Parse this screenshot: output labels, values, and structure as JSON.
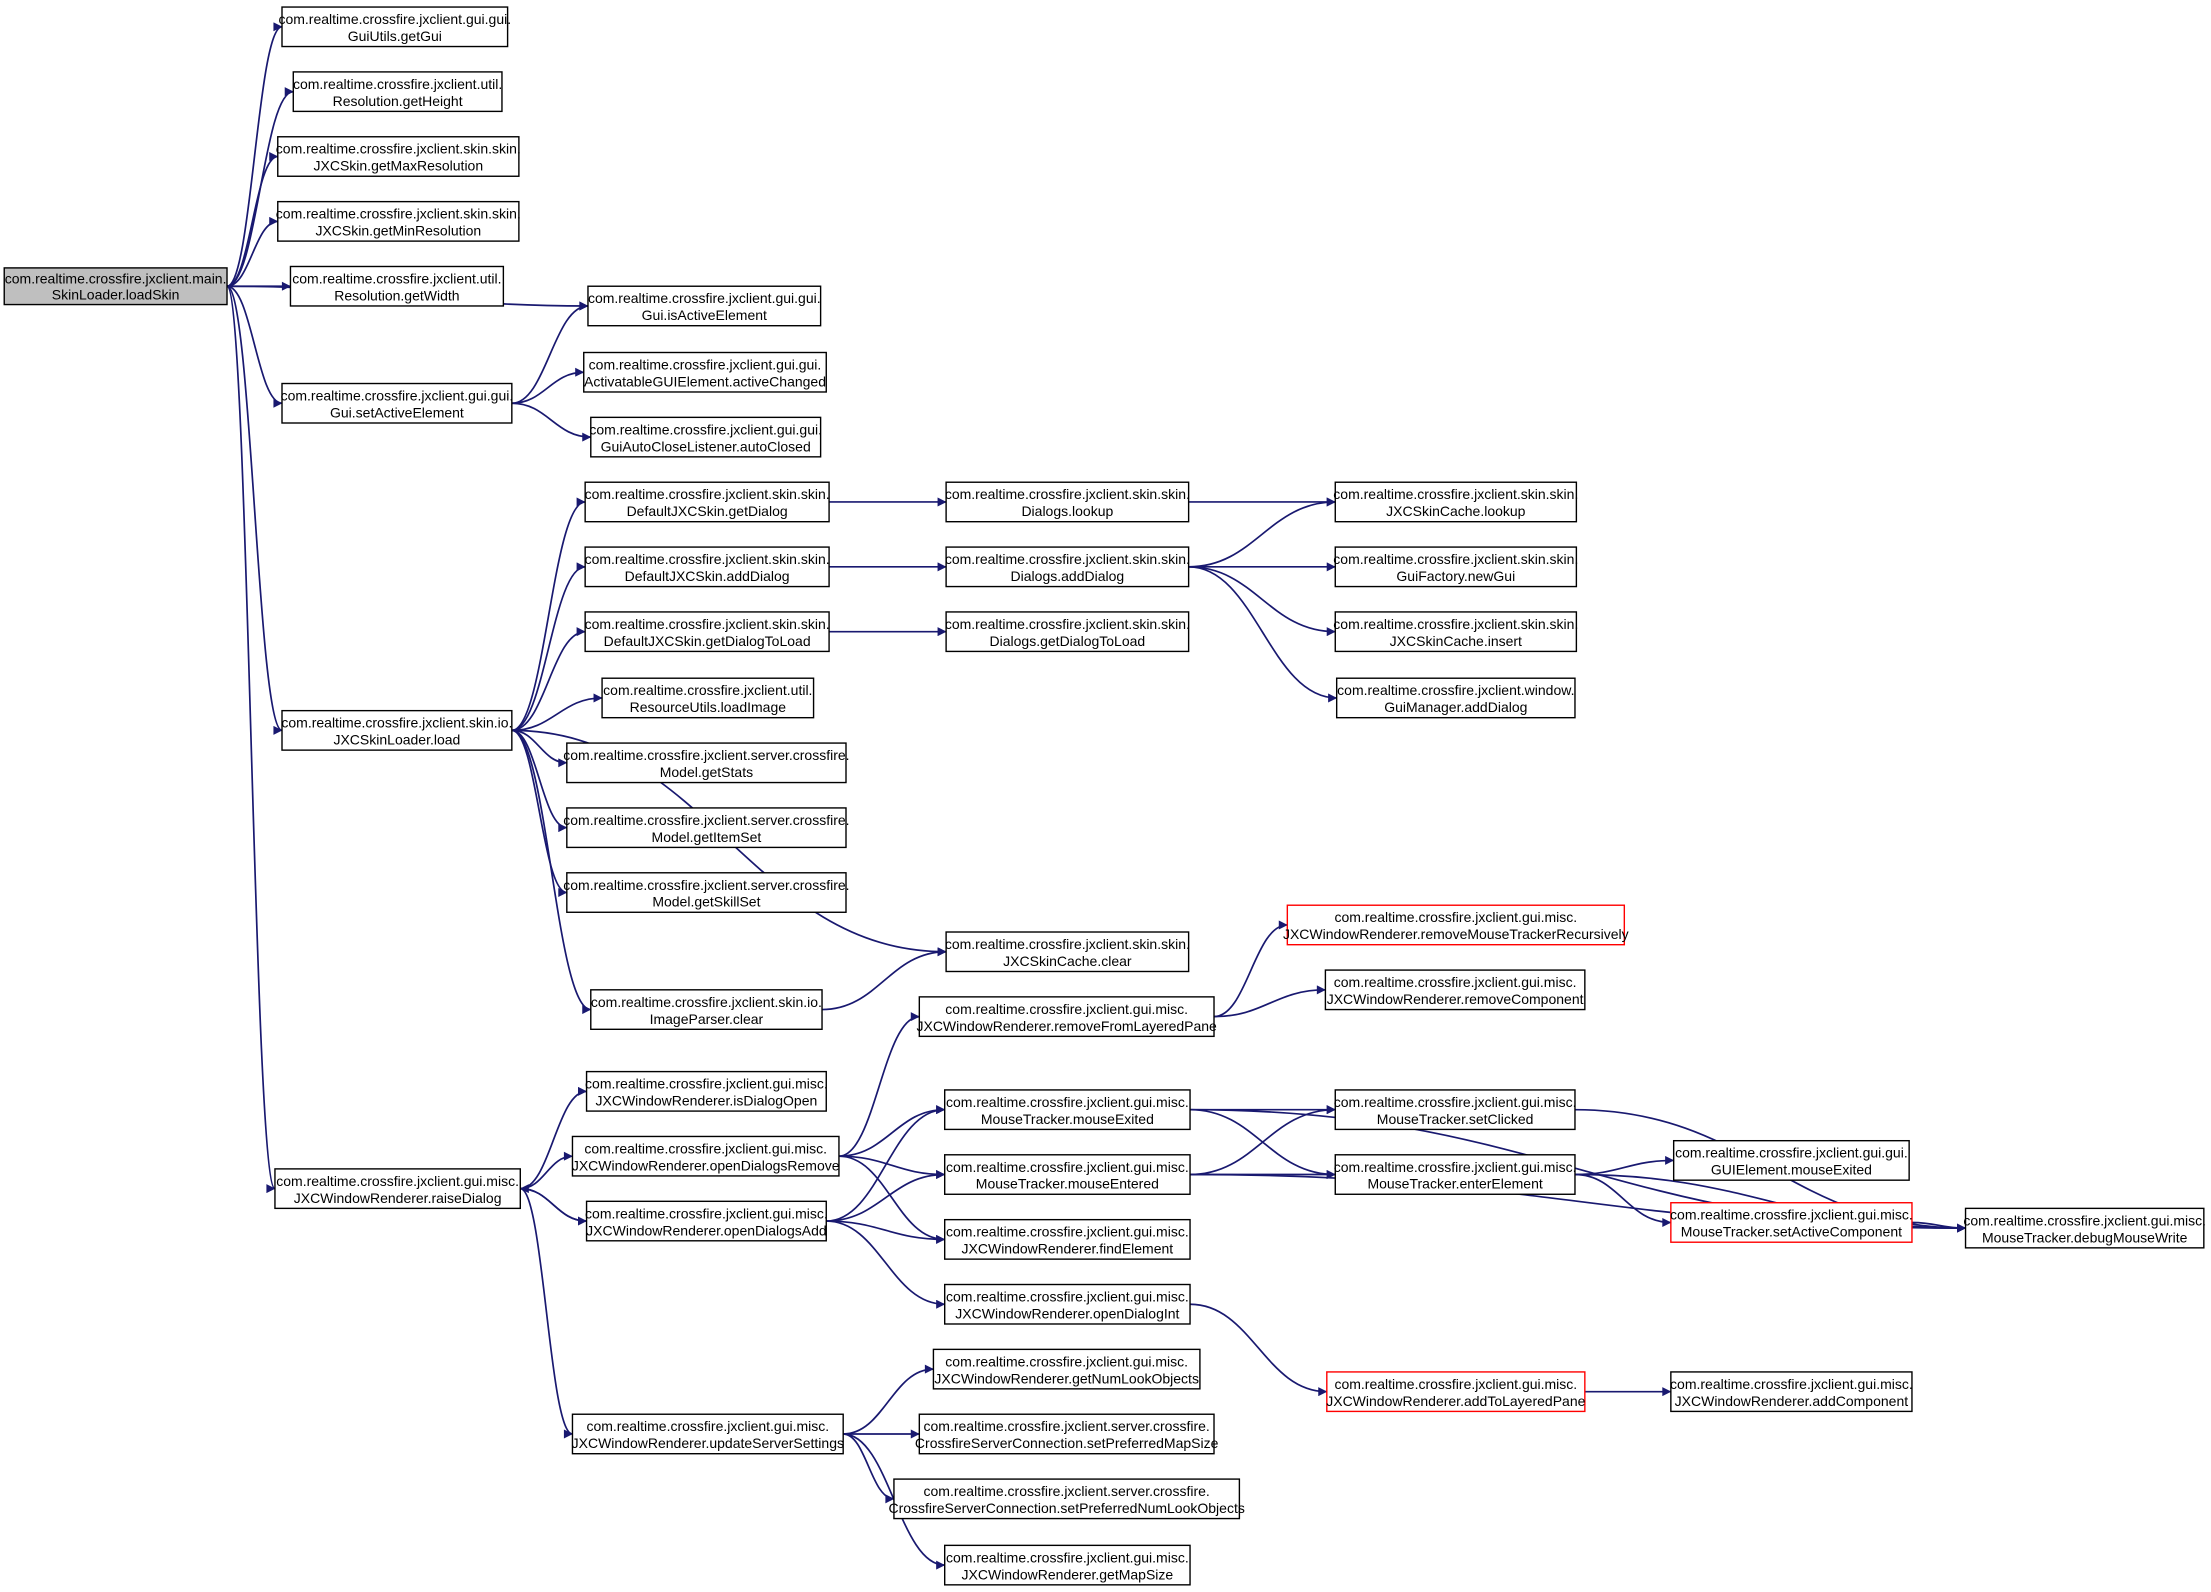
{
  "colors": {
    "edge": "#191970",
    "box_border": "#000000",
    "box_border_truncated": "#ff0000",
    "root_fill": "#bfbfbf",
    "box_fill": "#ffffff"
  },
  "nodes": [
    {
      "id": "root",
      "line1": "com.realtime.crossfire.jxclient.main.",
      "line2": "SkinLoader.loadSkin",
      "root": true
    },
    {
      "id": "n1",
      "line1": "com.realtime.crossfire.jxclient.gui.gui.",
      "line2": "GuiUtils.getGui"
    },
    {
      "id": "n2",
      "line1": "com.realtime.crossfire.jxclient.util.",
      "line2": "Resolution.getHeight"
    },
    {
      "id": "n3",
      "line1": "com.realtime.crossfire.jxclient.skin.skin.",
      "line2": "JXCSkin.getMaxResolution"
    },
    {
      "id": "n4",
      "line1": "com.realtime.crossfire.jxclient.skin.skin.",
      "line2": "JXCSkin.getMinResolution"
    },
    {
      "id": "n5",
      "line1": "com.realtime.crossfire.jxclient.util.",
      "line2": "Resolution.getWidth"
    },
    {
      "id": "n6",
      "line1": "com.realtime.crossfire.jxclient.gui.gui.",
      "line2": "Gui.isActiveElement"
    },
    {
      "id": "n7",
      "line1": "com.realtime.crossfire.jxclient.gui.gui.",
      "line2": "Gui.setActiveElement"
    },
    {
      "id": "n8",
      "line1": "com.realtime.crossfire.jxclient.gui.gui.",
      "line2": "ActivatableGUIElement.activeChanged"
    },
    {
      "id": "n9",
      "line1": "com.realtime.crossfire.jxclient.gui.gui.",
      "line2": "GuiAutoCloseListener.autoClosed"
    },
    {
      "id": "n10",
      "line1": "com.realtime.crossfire.jxclient.skin.skin.",
      "line2": "DefaultJXCSkin.getDialog"
    },
    {
      "id": "n11",
      "line1": "com.realtime.crossfire.jxclient.skin.skin.",
      "line2": "Dialogs.lookup"
    },
    {
      "id": "n12",
      "line1": "com.realtime.crossfire.jxclient.skin.skin.",
      "line2": "JXCSkinCache.lookup"
    },
    {
      "id": "n13",
      "line1": "com.realtime.crossfire.jxclient.skin.skin.",
      "line2": "DefaultJXCSkin.addDialog"
    },
    {
      "id": "n14",
      "line1": "com.realtime.crossfire.jxclient.skin.skin.",
      "line2": "Dialogs.addDialog"
    },
    {
      "id": "n15",
      "line1": "com.realtime.crossfire.jxclient.skin.skin.",
      "line2": "GuiFactory.newGui"
    },
    {
      "id": "n16",
      "line1": "com.realtime.crossfire.jxclient.skin.skin.",
      "line2": "DefaultJXCSkin.getDialogToLoad"
    },
    {
      "id": "n17",
      "line1": "com.realtime.crossfire.jxclient.skin.skin.",
      "line2": "Dialogs.getDialogToLoad"
    },
    {
      "id": "n18",
      "line1": "com.realtime.crossfire.jxclient.skin.skin.",
      "line2": "JXCSkinCache.insert"
    },
    {
      "id": "n19",
      "line1": "com.realtime.crossfire.jxclient.window.",
      "line2": "GuiManager.addDialog"
    },
    {
      "id": "n20",
      "line1": "com.realtime.crossfire.jxclient.util.",
      "line2": "ResourceUtils.loadImage"
    },
    {
      "id": "n21",
      "line1": "com.realtime.crossfire.jxclient.skin.io.",
      "line2": "JXCSkinLoader.load"
    },
    {
      "id": "n22",
      "line1": "com.realtime.crossfire.jxclient.server.crossfire.",
      "line2": "Model.getStats"
    },
    {
      "id": "n23",
      "line1": "com.realtime.crossfire.jxclient.server.crossfire.",
      "line2": "Model.getItemSet"
    },
    {
      "id": "n24",
      "line1": "com.realtime.crossfire.jxclient.server.crossfire.",
      "line2": "Model.getSkillSet"
    },
    {
      "id": "n25",
      "line1": "com.realtime.crossfire.jxclient.gui.misc.",
      "line2": "JXCWindowRenderer.removeMouseTrackerRecursively",
      "truncated": true
    },
    {
      "id": "n26",
      "line1": "com.realtime.crossfire.jxclient.skin.skin.",
      "line2": "JXCSkinCache.clear"
    },
    {
      "id": "n27",
      "line1": "com.realtime.crossfire.jxclient.gui.misc.",
      "line2": "JXCWindowRenderer.removeComponent"
    },
    {
      "id": "n28",
      "line1": "com.realtime.crossfire.jxclient.skin.io.",
      "line2": "ImageParser.clear"
    },
    {
      "id": "n29",
      "line1": "com.realtime.crossfire.jxclient.gui.misc.",
      "line2": "JXCWindowRenderer.removeFromLayeredPane"
    },
    {
      "id": "n30",
      "line1": "com.realtime.crossfire.jxclient.gui.misc.",
      "line2": "JXCWindowRenderer.isDialogOpen"
    },
    {
      "id": "n31",
      "line1": "com.realtime.crossfire.jxclient.gui.misc.",
      "line2": "MouseTracker.mouseExited"
    },
    {
      "id": "n32",
      "line1": "com.realtime.crossfire.jxclient.gui.misc.",
      "line2": "MouseTracker.setClicked"
    },
    {
      "id": "n33",
      "line1": "com.realtime.crossfire.jxclient.gui.misc.",
      "line2": "JXCWindowRenderer.openDialogsRemove"
    },
    {
      "id": "n34",
      "line1": "com.realtime.crossfire.jxclient.gui.misc.",
      "line2": "MouseTracker.mouseEntered"
    },
    {
      "id": "n35",
      "line1": "com.realtime.crossfire.jxclient.gui.misc.",
      "line2": "MouseTracker.enterElement"
    },
    {
      "id": "n36",
      "line1": "com.realtime.crossfire.jxclient.gui.gui.",
      "line2": "GUIElement.mouseExited"
    },
    {
      "id": "n37",
      "line1": "com.realtime.crossfire.jxclient.gui.misc.",
      "line2": "JXCWindowRenderer.raiseDialog"
    },
    {
      "id": "n38",
      "line1": "com.realtime.crossfire.jxclient.gui.misc.",
      "line2": "JXCWindowRenderer.openDialogsAdd"
    },
    {
      "id": "n39",
      "line1": "com.realtime.crossfire.jxclient.gui.misc.",
      "line2": "MouseTracker.setActiveComponent",
      "truncated": true
    },
    {
      "id": "n40",
      "line1": "com.realtime.crossfire.jxclient.gui.misc.",
      "line2": "MouseTracker.debugMouseWrite"
    },
    {
      "id": "n41",
      "line1": "com.realtime.crossfire.jxclient.gui.misc.",
      "line2": "JXCWindowRenderer.findElement"
    },
    {
      "id": "n42",
      "line1": "com.realtime.crossfire.jxclient.gui.misc.",
      "line2": "JXCWindowRenderer.openDialogInt"
    },
    {
      "id": "n43",
      "line1": "com.realtime.crossfire.jxclient.gui.misc.",
      "line2": "JXCWindowRenderer.getNumLookObjects"
    },
    {
      "id": "n44",
      "line1": "com.realtime.crossfire.jxclient.gui.misc.",
      "line2": "JXCWindowRenderer.addToLayeredPane",
      "truncated": true
    },
    {
      "id": "n45",
      "line1": "com.realtime.crossfire.jxclient.gui.misc.",
      "line2": "JXCWindowRenderer.addComponent"
    },
    {
      "id": "n46",
      "line1": "com.realtime.crossfire.jxclient.gui.misc.",
      "line2": "JXCWindowRenderer.updateServerSettings"
    },
    {
      "id": "n47",
      "line1": "com.realtime.crossfire.jxclient.server.crossfire.",
      "line2": "CrossfireServerConnection.setPreferredMapSize"
    },
    {
      "id": "n48",
      "line1": "com.realtime.crossfire.jxclient.server.crossfire.",
      "line2": "CrossfireServerConnection.setPreferredNumLookObjects"
    },
    {
      "id": "n49",
      "line1": "com.realtime.crossfire.jxclient.gui.misc.",
      "line2": "JXCWindowRenderer.getMapSize"
    }
  ],
  "edges": [
    [
      "root",
      "n1"
    ],
    [
      "root",
      "n2"
    ],
    [
      "root",
      "n3"
    ],
    [
      "root",
      "n4"
    ],
    [
      "root",
      "n5"
    ],
    [
      "root",
      "n6"
    ],
    [
      "root",
      "n7"
    ],
    [
      "root",
      "n21"
    ],
    [
      "root",
      "n37"
    ],
    [
      "n7",
      "n6"
    ],
    [
      "n7",
      "n8"
    ],
    [
      "n7",
      "n9"
    ],
    [
      "n21",
      "n10"
    ],
    [
      "n21",
      "n13"
    ],
    [
      "n21",
      "n16"
    ],
    [
      "n21",
      "n20"
    ],
    [
      "n21",
      "n22"
    ],
    [
      "n21",
      "n23"
    ],
    [
      "n21",
      "n24"
    ],
    [
      "n21",
      "n26"
    ],
    [
      "n21",
      "n28"
    ],
    [
      "n10",
      "n11"
    ],
    [
      "n11",
      "n12"
    ],
    [
      "n13",
      "n14"
    ],
    [
      "n14",
      "n12"
    ],
    [
      "n14",
      "n15"
    ],
    [
      "n14",
      "n18"
    ],
    [
      "n14",
      "n19"
    ],
    [
      "n16",
      "n17"
    ],
    [
      "n28",
      "n26"
    ],
    [
      "n29",
      "n25"
    ],
    [
      "n29",
      "n27"
    ],
    [
      "n37",
      "n30"
    ],
    [
      "n37",
      "n33"
    ],
    [
      "n37",
      "n38"
    ],
    [
      "n37",
      "n46"
    ],
    [
      "n33",
      "n29"
    ],
    [
      "n33",
      "n31"
    ],
    [
      "n33",
      "n34"
    ],
    [
      "n33",
      "n41"
    ],
    [
      "n38",
      "n37"
    ],
    [
      "n38",
      "n31"
    ],
    [
      "n38",
      "n34"
    ],
    [
      "n38",
      "n41"
    ],
    [
      "n38",
      "n42"
    ],
    [
      "n31",
      "n32"
    ],
    [
      "n31",
      "n35"
    ],
    [
      "n31",
      "n40"
    ],
    [
      "n34",
      "n32"
    ],
    [
      "n34",
      "n35"
    ],
    [
      "n34",
      "n40"
    ],
    [
      "n32",
      "n40"
    ],
    [
      "n35",
      "n36"
    ],
    [
      "n35",
      "n39"
    ],
    [
      "n35",
      "n40"
    ],
    [
      "n39",
      "n40"
    ],
    [
      "n42",
      "n44"
    ],
    [
      "n44",
      "n45"
    ],
    [
      "n46",
      "n43"
    ],
    [
      "n46",
      "n47"
    ],
    [
      "n46",
      "n48"
    ],
    [
      "n46",
      "n49"
    ]
  ]
}
